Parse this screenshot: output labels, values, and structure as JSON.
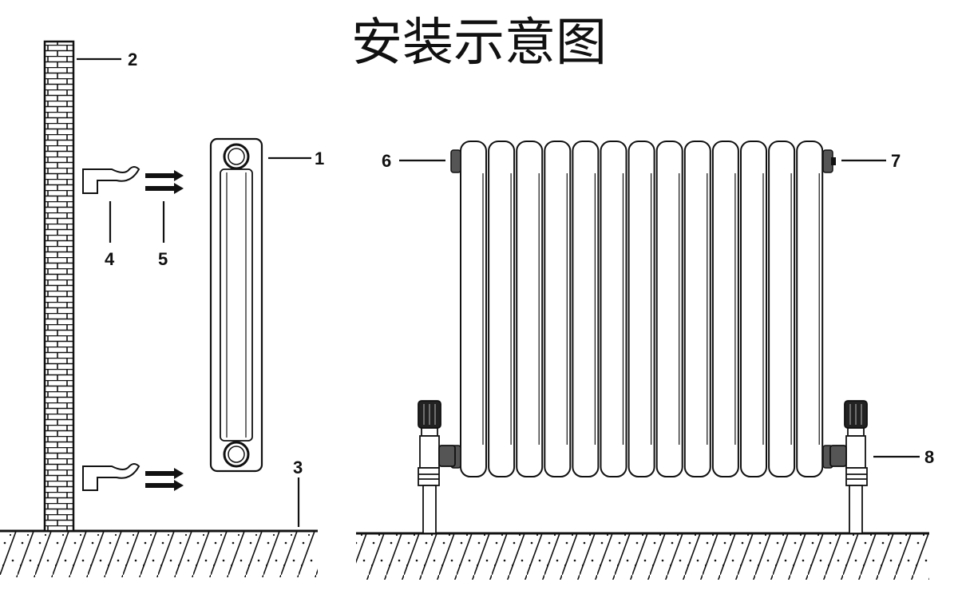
{
  "title": "安装示意图",
  "labels": {
    "n1": "1",
    "n2": "2",
    "n3": "3",
    "n4": "4",
    "n5": "5",
    "n6": "6",
    "n7": "7",
    "n8": "8"
  },
  "colors": {
    "ink": "#111111",
    "background": "#ffffff",
    "pipe_fill": "#ffffff"
  },
  "radiator": {
    "columns": 13
  }
}
